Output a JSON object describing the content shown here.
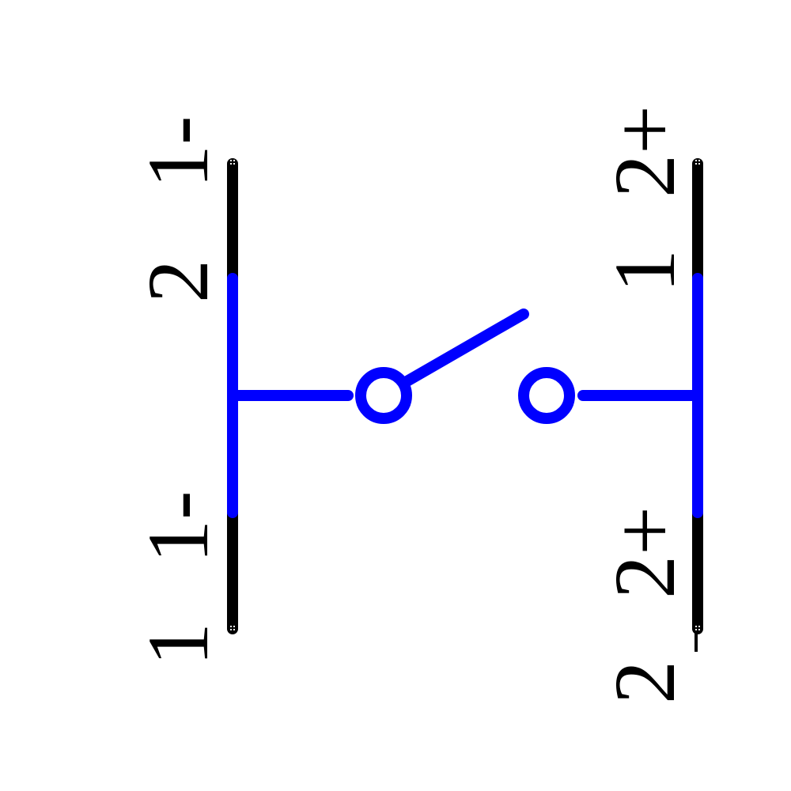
{
  "diagram": {
    "type": "schematic-symbol",
    "symbol": "SPST switch (normally open)",
    "colors": {
      "wire": "#0000ff",
      "pin": "#000000",
      "text": "#000000",
      "background": "#ffffff"
    },
    "pins": [
      {
        "id": "left-top",
        "number": "2",
        "name": "1-"
      },
      {
        "id": "left-bottom",
        "number": "1",
        "name": "1-"
      },
      {
        "id": "right-top",
        "number": "1",
        "name": "2+"
      },
      {
        "id": "right-bottom",
        "number": "2",
        "name": "2+"
      }
    ]
  }
}
